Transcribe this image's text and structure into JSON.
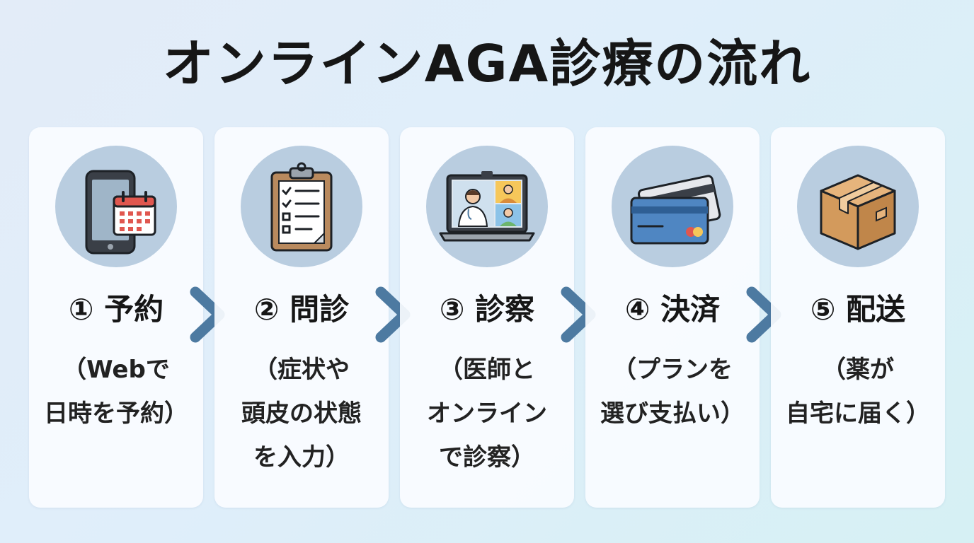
{
  "title": "オンラインAGA診療の流れ",
  "colors": {
    "accent_arrow": "#4d7aa1",
    "icon_circle": "#b9cde0"
  },
  "steps": [
    {
      "label": "① 予約",
      "icon": "smartphone-calendar-icon",
      "desc_lines": [
        "（Webで",
        "日時を予約）"
      ]
    },
    {
      "label": "② 問診",
      "icon": "clipboard-checklist-icon",
      "desc_lines": [
        "（症状や",
        "頭皮の状態",
        "を入力）"
      ]
    },
    {
      "label": "③ 診察",
      "icon": "laptop-video-call-icon",
      "desc_lines": [
        "（医師と",
        "オンライン",
        "で診察）"
      ]
    },
    {
      "label": "④ 決済",
      "icon": "credit-card-icon",
      "desc_lines": [
        "（プランを",
        "選び支払い）"
      ]
    },
    {
      "label": "⑤ 配送",
      "icon": "cardboard-box-icon",
      "desc_lines": [
        "（薬が",
        "自宅に届く）"
      ]
    }
  ]
}
